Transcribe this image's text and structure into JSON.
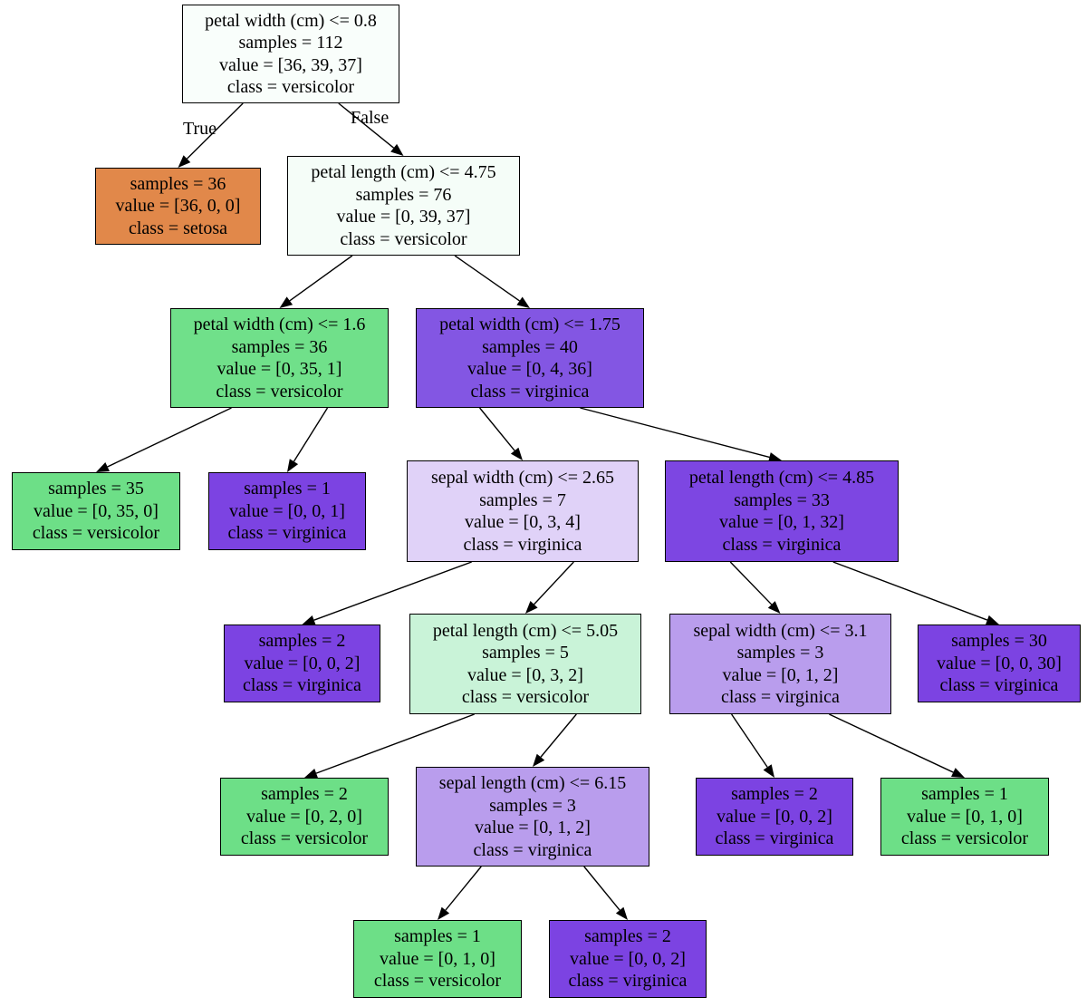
{
  "edge_labels": {
    "true_label": "True",
    "false_label": "False"
  },
  "nodes": [
    {
      "id": "n0",
      "lines": [
        "petal width (cm) <= 0.8",
        "samples = 112",
        "value = [36, 39, 37]",
        "class = versicolor"
      ],
      "color": "#f9fefb"
    },
    {
      "id": "n1",
      "lines": [
        "samples = 36",
        "value = [36, 0, 0]",
        "class = setosa"
      ],
      "color": "#e1884a"
    },
    {
      "id": "n2",
      "lines": [
        "petal length (cm) <= 4.75",
        "samples = 76",
        "value = [0, 39, 37]",
        "class = versicolor"
      ],
      "color": "#f5fdf8"
    },
    {
      "id": "n3",
      "lines": [
        "petal width (cm) <= 1.6",
        "samples = 36",
        "value = [0, 35, 1]",
        "class = versicolor"
      ],
      "color": "#70e08a"
    },
    {
      "id": "n4",
      "lines": [
        "petal width (cm) <= 1.75",
        "samples = 40",
        "value = [0, 4, 36]",
        "class = virginica"
      ],
      "color": "#8356e3"
    },
    {
      "id": "n5",
      "lines": [
        "samples = 35",
        "value = [0, 35, 0]",
        "class = versicolor"
      ],
      "color": "#6ddf87"
    },
    {
      "id": "n6",
      "lines": [
        "samples = 1",
        "value = [0, 0, 1]",
        "class = virginica"
      ],
      "color": "#7c43e2"
    },
    {
      "id": "n7",
      "lines": [
        "sepal width (cm) <= 2.65",
        "samples = 7",
        "value = [0, 3, 4]",
        "class = virginica"
      ],
      "color": "#e0d2f8"
    },
    {
      "id": "n8",
      "lines": [
        "petal length (cm) <= 4.85",
        "samples = 33",
        "value = [0, 1, 32]",
        "class = virginica"
      ],
      "color": "#7d46e2"
    },
    {
      "id": "n9",
      "lines": [
        "samples = 2",
        "value = [0, 0, 2]",
        "class = virginica"
      ],
      "color": "#7c43e2"
    },
    {
      "id": "n10",
      "lines": [
        "petal length (cm) <= 5.05",
        "samples = 5",
        "value = [0, 3, 2]",
        "class = versicolor"
      ],
      "color": "#c9f3d8"
    },
    {
      "id": "n11",
      "lines": [
        "sepal width (cm) <= 3.1",
        "samples = 3",
        "value = [0, 1, 2]",
        "class = virginica"
      ],
      "color": "#b99ded"
    },
    {
      "id": "n12",
      "lines": [
        "samples = 30",
        "value = [0, 0, 30]",
        "class = virginica"
      ],
      "color": "#7c43e2"
    },
    {
      "id": "n13",
      "lines": [
        "samples = 2",
        "value = [0, 2, 0]",
        "class = versicolor"
      ],
      "color": "#6ddf87"
    },
    {
      "id": "n14",
      "lines": [
        "sepal length (cm) <= 6.15",
        "samples = 3",
        "value = [0, 1, 2]",
        "class = virginica"
      ],
      "color": "#b99ded"
    },
    {
      "id": "n15",
      "lines": [
        "samples = 2",
        "value = [0, 0, 2]",
        "class = virginica"
      ],
      "color": "#7c43e2"
    },
    {
      "id": "n16",
      "lines": [
        "samples = 1",
        "value = [0, 1, 0]",
        "class = versicolor"
      ],
      "color": "#6ddf87"
    },
    {
      "id": "n17",
      "lines": [
        "samples = 1",
        "value = [0, 1, 0]",
        "class = versicolor"
      ],
      "color": "#6ddf87"
    },
    {
      "id": "n18",
      "lines": [
        "samples = 2",
        "value = [0, 0, 2]",
        "class = virginica"
      ],
      "color": "#7c43e2"
    }
  ],
  "edges": [
    [
      "n0",
      "n1"
    ],
    [
      "n0",
      "n2"
    ],
    [
      "n2",
      "n3"
    ],
    [
      "n2",
      "n4"
    ],
    [
      "n3",
      "n5"
    ],
    [
      "n3",
      "n6"
    ],
    [
      "n4",
      "n7"
    ],
    [
      "n4",
      "n8"
    ],
    [
      "n7",
      "n9"
    ],
    [
      "n7",
      "n10"
    ],
    [
      "n8",
      "n11"
    ],
    [
      "n8",
      "n12"
    ],
    [
      "n10",
      "n13"
    ],
    [
      "n10",
      "n14"
    ],
    [
      "n11",
      "n15"
    ],
    [
      "n11",
      "n16"
    ],
    [
      "n14",
      "n17"
    ],
    [
      "n14",
      "n18"
    ]
  ]
}
